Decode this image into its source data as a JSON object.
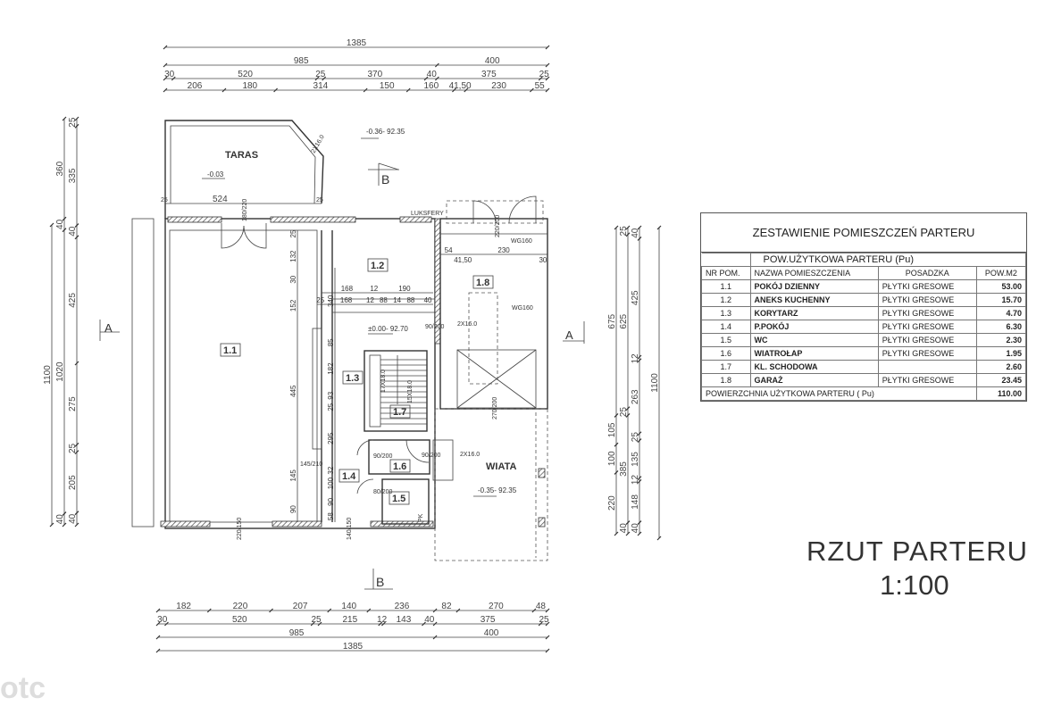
{
  "title": {
    "line1": "RZUT  PARTERU",
    "line2": "1:100"
  },
  "watermark": "otc",
  "table": {
    "title": "ZESTAWIENIE  POMIESZCZEŃ  PARTERU",
    "subtitle": "POW.UŻYTKOWA  PARTERU (Pu)",
    "headers": [
      "NR POM.",
      "NAZWA POMIESZCZENIA",
      "POSADZKA",
      "POW.M2"
    ],
    "rows": [
      {
        "nr": "1.1",
        "name": "POKÓJ DZIENNY",
        "floor": "PŁYTKI GRESOWE",
        "area": "53.00"
      },
      {
        "nr": "1.2",
        "name": "ANEKS KUCHENNY",
        "floor": "PŁYTKI GRESOWE",
        "area": "15.70"
      },
      {
        "nr": "1.3",
        "name": "KORYTARZ",
        "floor": "PŁYTKI GRESOWE",
        "area": "4.70"
      },
      {
        "nr": "1.4",
        "name": "P.POKÓJ",
        "floor": "PŁYTKI GRESOWE",
        "area": "6.30"
      },
      {
        "nr": "1.5",
        "name": "WC",
        "floor": "PŁYTKI GRESOWE",
        "area": "2.30"
      },
      {
        "nr": "1.6",
        "name": "WIATROŁAP",
        "floor": "PŁYTKI GRESOWE",
        "area": "1.95"
      },
      {
        "nr": "1.7",
        "name": "KL. SCHODOWA",
        "floor": "",
        "area": "2.60"
      },
      {
        "nr": "1.8",
        "name": "GARAŻ",
        "floor": "PŁYTKI GRESOWE",
        "area": "23.45"
      }
    ],
    "total_label": "POWIERZCHNIA  UŻYTKOWA  PARTERU ( Pu)",
    "total_value": "110.00"
  },
  "dimensions": {
    "top": [
      [
        "1385"
      ],
      [
        "985",
        "400"
      ],
      [
        "30",
        "520",
        "25",
        "370",
        "40",
        "375",
        "25"
      ],
      [
        "206",
        "180",
        "314",
        "150",
        "160",
        "41,50",
        "230",
        "55"
      ]
    ],
    "bottom": [
      [
        "182",
        "220",
        "207",
        "140",
        "236",
        "82",
        "270",
        "48"
      ],
      [
        "30",
        "520",
        "25",
        "215",
        "12",
        "143",
        "40",
        "375",
        "25"
      ],
      [
        "985",
        "400"
      ],
      [
        "1385"
      ]
    ],
    "left": [
      [
        "1100"
      ],
      [
        "360",
        "40",
        "1020",
        "40"
      ],
      [
        "25",
        "335",
        "40",
        "425",
        "275",
        "25",
        "205",
        "40"
      ]
    ],
    "right": [
      [
        "675",
        "105",
        "100",
        "220"
      ],
      [
        "25",
        "625",
        "25",
        "385",
        "40"
      ],
      [
        "40",
        "425",
        "12",
        "263",
        "25",
        "135",
        "12",
        "148",
        "40"
      ],
      [
        "1100"
      ]
    ]
  },
  "plan": {
    "rooms": [
      "1.1",
      "1.2",
      "1.3",
      "1.4",
      "1.5",
      "1.6",
      "1.7",
      "1.8"
    ],
    "taras": "TARAS",
    "wiata": "WIATA",
    "luksfery": "LUKSFERY",
    "level_taras": "-0.03",
    "level_outside": "-0.36- 92.35",
    "level_floor": "±0.00- 92.70",
    "level_wiata": "-0.35- 92.35",
    "section_a": "A",
    "section_b": "B",
    "steps_taras": "2X16.0",
    "steps_entry": "2X16.0",
    "steps_wiata": "2X16.0",
    "stairs_1": "17X18.0",
    "stairs_2": "15X18.0",
    "wg_1": "WG160",
    "wg_2": "WG160",
    "door_1": "180/220",
    "door_2": "90/200",
    "door_3": "90/200",
    "door_4": "80/200",
    "door_5": "90/200",
    "door_6": "270/200",
    "window_1": "220/150",
    "window_2": "140/150",
    "window_3": "145/210",
    "window_4": "220/200",
    "pk": "PK",
    "dim_taras": [
      "25",
      "524",
      "25"
    ],
    "dim_garage": [
      "54",
      "41,50",
      "230",
      "30"
    ],
    "dim_kitchen_1": [
      "168",
      "12",
      "190"
    ],
    "dim_kitchen_2": [
      "25",
      "168",
      "12",
      "88",
      "14",
      "88",
      "40"
    ],
    "dim_wall_left": [
      "25",
      "132",
      "30",
      "152",
      "445",
      "145",
      "90"
    ],
    "dim_wall_mid": [
      "340",
      "85",
      "182",
      "93",
      "25",
      "295",
      "32",
      "100",
      "90",
      "58"
    ]
  }
}
